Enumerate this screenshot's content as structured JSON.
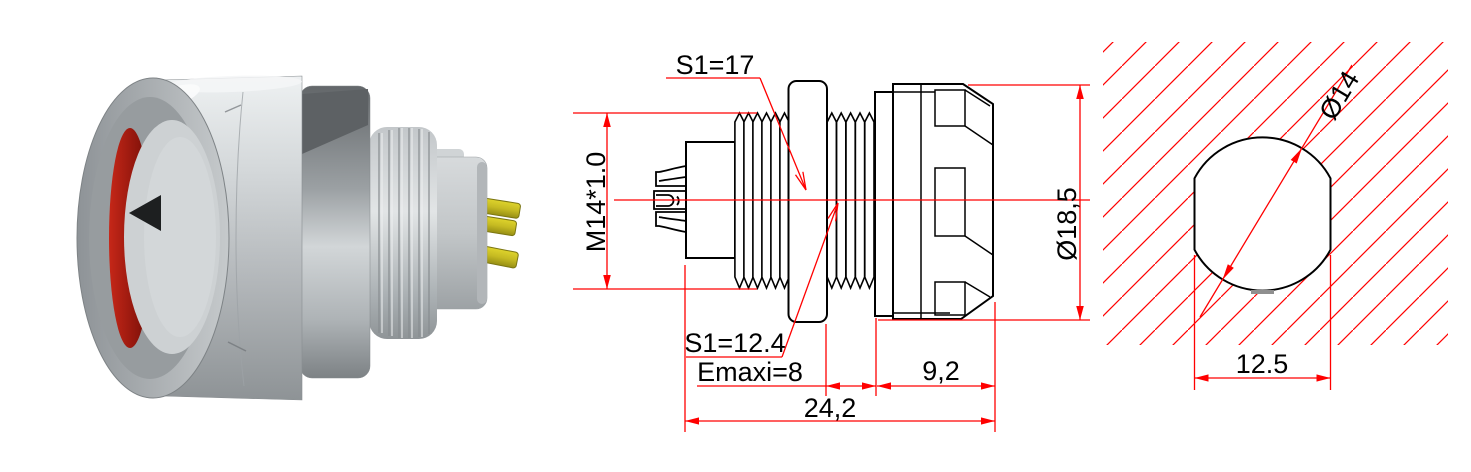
{
  "drawing": {
    "side_view": {
      "thread_spec": "M14*1.0",
      "wrench_flats_top": "S1=17",
      "wrench_flats_bottom": "S1=12.4",
      "panel_thickness_max": "Emaxi=8",
      "body_diameter": "Ø18,5",
      "rear_length": "9,2",
      "total_length": "24,2"
    },
    "panel_cutout_view": {
      "hole_diameter": "Ø14",
      "flat_width": "12.5"
    },
    "colors": {
      "dimension_red": "#ff0000",
      "outline_black": "#000000",
      "insert_red": "#a21a10",
      "contact_yellow": "#d4c920",
      "body_gray": "#c6cacc",
      "gasket_black": "#27292b"
    }
  }
}
